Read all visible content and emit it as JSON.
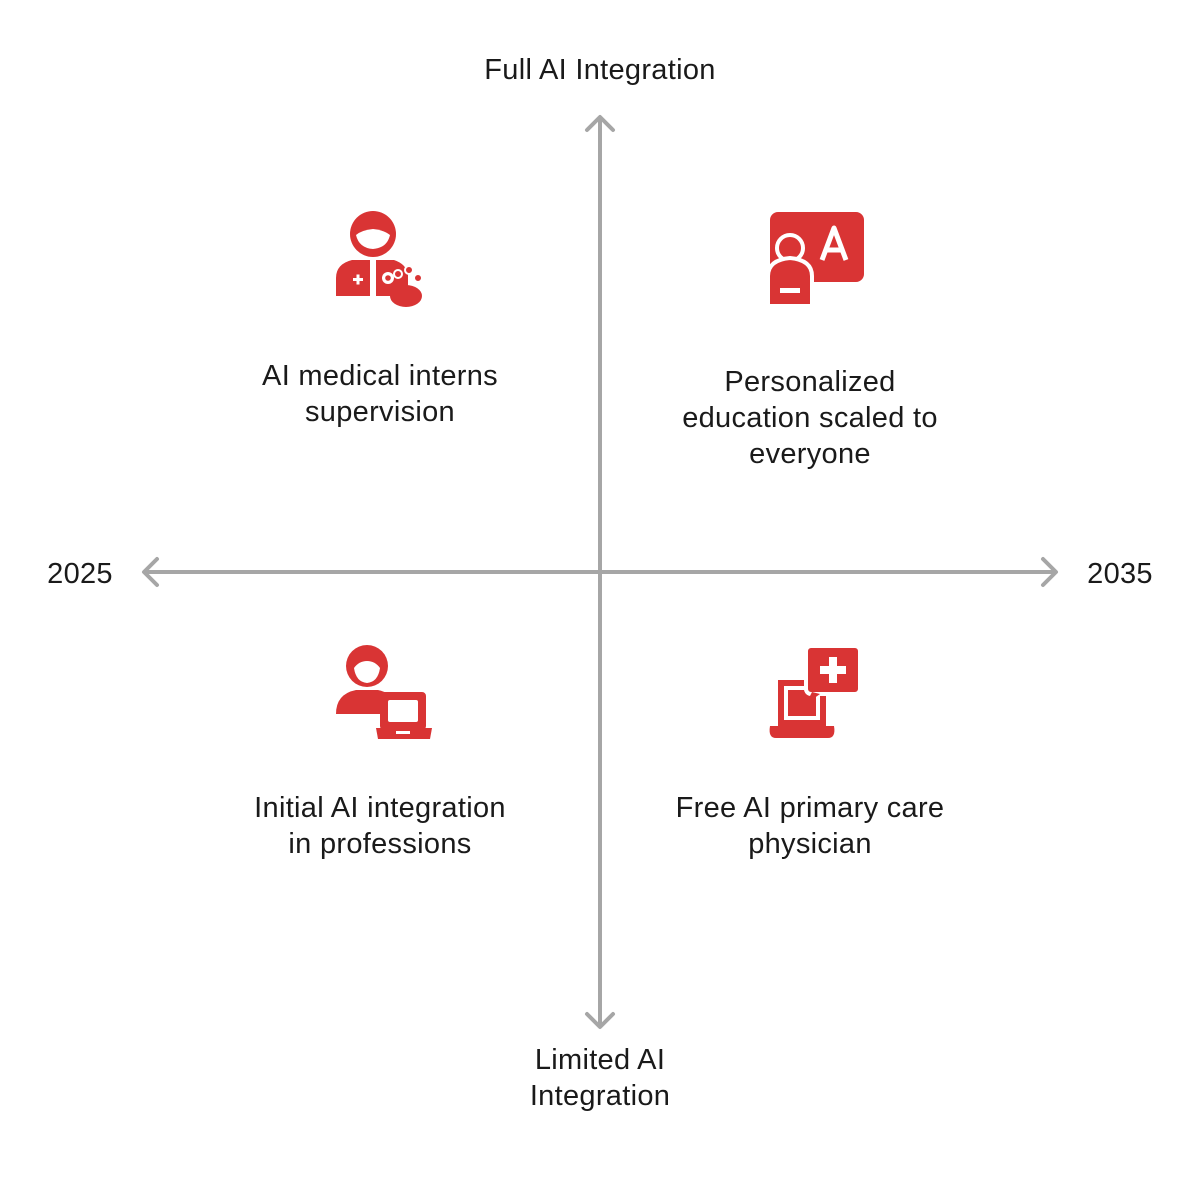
{
  "colors": {
    "accent": "#d93434",
    "axis": "#a6a6a6",
    "text": "#1a1a1a"
  },
  "axes": {
    "y_top": "Full AI Integration",
    "y_bottom": [
      "Limited AI",
      "Integration"
    ],
    "x_left": "2025",
    "x_right": "2035"
  },
  "quadrants": [
    {
      "icon": "doctor-icon",
      "lines": [
        "AI medical interns",
        "supervision"
      ]
    },
    {
      "icon": "student-learning-icon",
      "lines": [
        "Personalized",
        "education scaled to",
        "everyone"
      ]
    },
    {
      "icon": "professional-laptop-icon",
      "lines": [
        "Initial AI integration",
        "in professions"
      ]
    },
    {
      "icon": "telemedicine-icon",
      "lines": [
        "Free AI primary care",
        "physician"
      ]
    }
  ]
}
